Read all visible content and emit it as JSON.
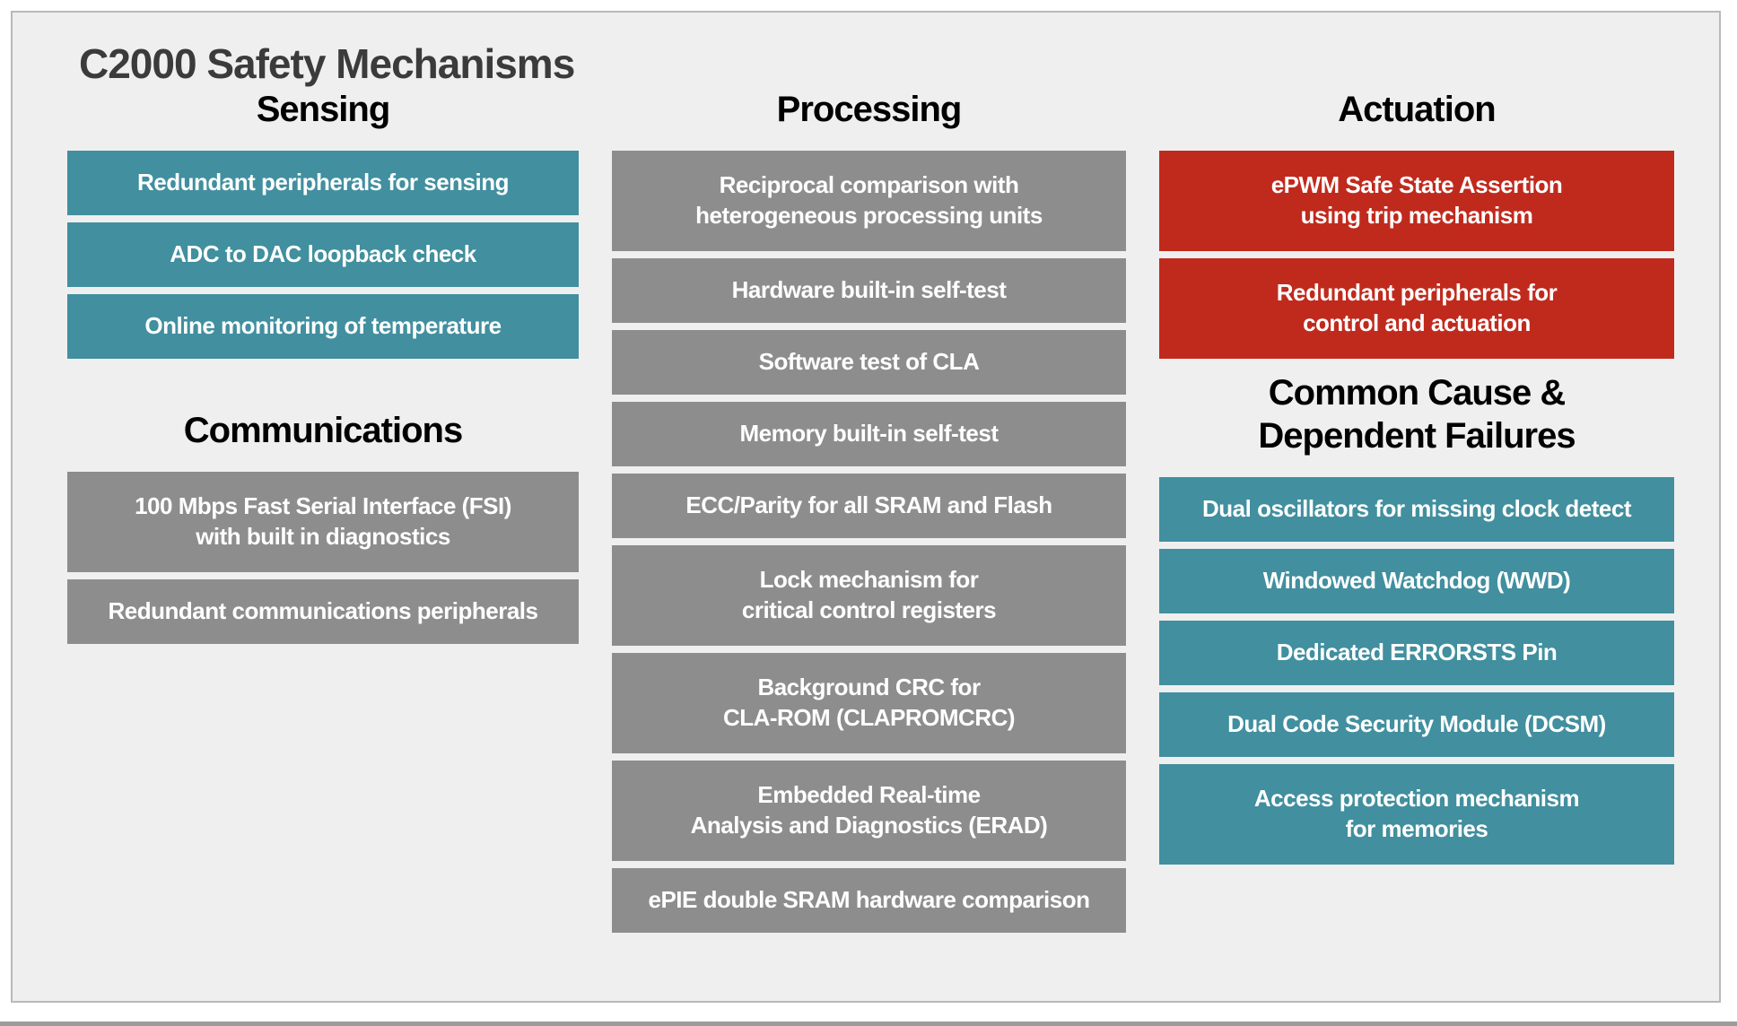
{
  "page": {
    "title": "C2000 Safety Mechanisms"
  },
  "colors": {
    "teal": "#418F9F",
    "gray": "#8D8D8D",
    "red": "#C02A1D",
    "panel_bg": "#F0EFEF",
    "panel_border": "#B9B9B9",
    "title_text": "#3B3B3B",
    "header_text": "#000000",
    "box_text": "#FFFFFF"
  },
  "columns": [
    {
      "sections": [
        {
          "header_lines": [
            "Sensing"
          ],
          "style": "teal",
          "items": [
            {
              "lines": [
                "Redundant peripherals for sensing"
              ]
            },
            {
              "lines": [
                "ADC to DAC loopback check"
              ]
            },
            {
              "lines": [
                "Online monitoring of temperature"
              ]
            }
          ]
        },
        {
          "header_lines": [
            "Communications"
          ],
          "style": "gray",
          "gap": "lg",
          "items": [
            {
              "lines": [
                "100 Mbps Fast Serial Interface (FSI)",
                "with built in diagnostics"
              ]
            },
            {
              "lines": [
                "Redundant communications peripherals"
              ]
            }
          ]
        }
      ]
    },
    {
      "sections": [
        {
          "header_lines": [
            "Processing"
          ],
          "style": "gray",
          "items": [
            {
              "lines": [
                "Reciprocal comparison with",
                "heterogeneous processing units"
              ]
            },
            {
              "lines": [
                "Hardware built-in self-test"
              ]
            },
            {
              "lines": [
                "Software test of CLA"
              ]
            },
            {
              "lines": [
                "Memory built-in self-test"
              ]
            },
            {
              "lines": [
                "ECC/Parity for all SRAM and Flash"
              ]
            },
            {
              "lines": [
                "Lock mechanism for",
                "critical control registers"
              ]
            },
            {
              "lines": [
                "Background CRC for",
                "CLA-ROM (CLAPROMCRC)"
              ]
            },
            {
              "lines": [
                "Embedded Real-time",
                "Analysis and Diagnostics (ERAD)"
              ]
            },
            {
              "lines": [
                "ePIE double SRAM hardware comparison"
              ]
            }
          ]
        }
      ]
    },
    {
      "sections": [
        {
          "header_lines": [
            "Actuation"
          ],
          "style": "red",
          "items": [
            {
              "lines": [
                "ePWM Safe State Assertion",
                "using trip mechanism"
              ]
            },
            {
              "lines": [
                "Redundant peripherals for",
                "control and actuation"
              ]
            }
          ]
        },
        {
          "header_lines": [
            "Common Cause &",
            "Dependent Failures"
          ],
          "style": "teal",
          "gap": "sm",
          "items": [
            {
              "lines": [
                "Dual oscillators for missing clock detect"
              ]
            },
            {
              "lines": [
                "Windowed Watchdog (WWD)"
              ]
            },
            {
              "lines": [
                "Dedicated ERRORSTS Pin"
              ]
            },
            {
              "lines": [
                "Dual Code Security Module (DCSM)"
              ]
            },
            {
              "lines": [
                "Access protection mechanism",
                "for memories"
              ]
            }
          ]
        }
      ]
    }
  ]
}
